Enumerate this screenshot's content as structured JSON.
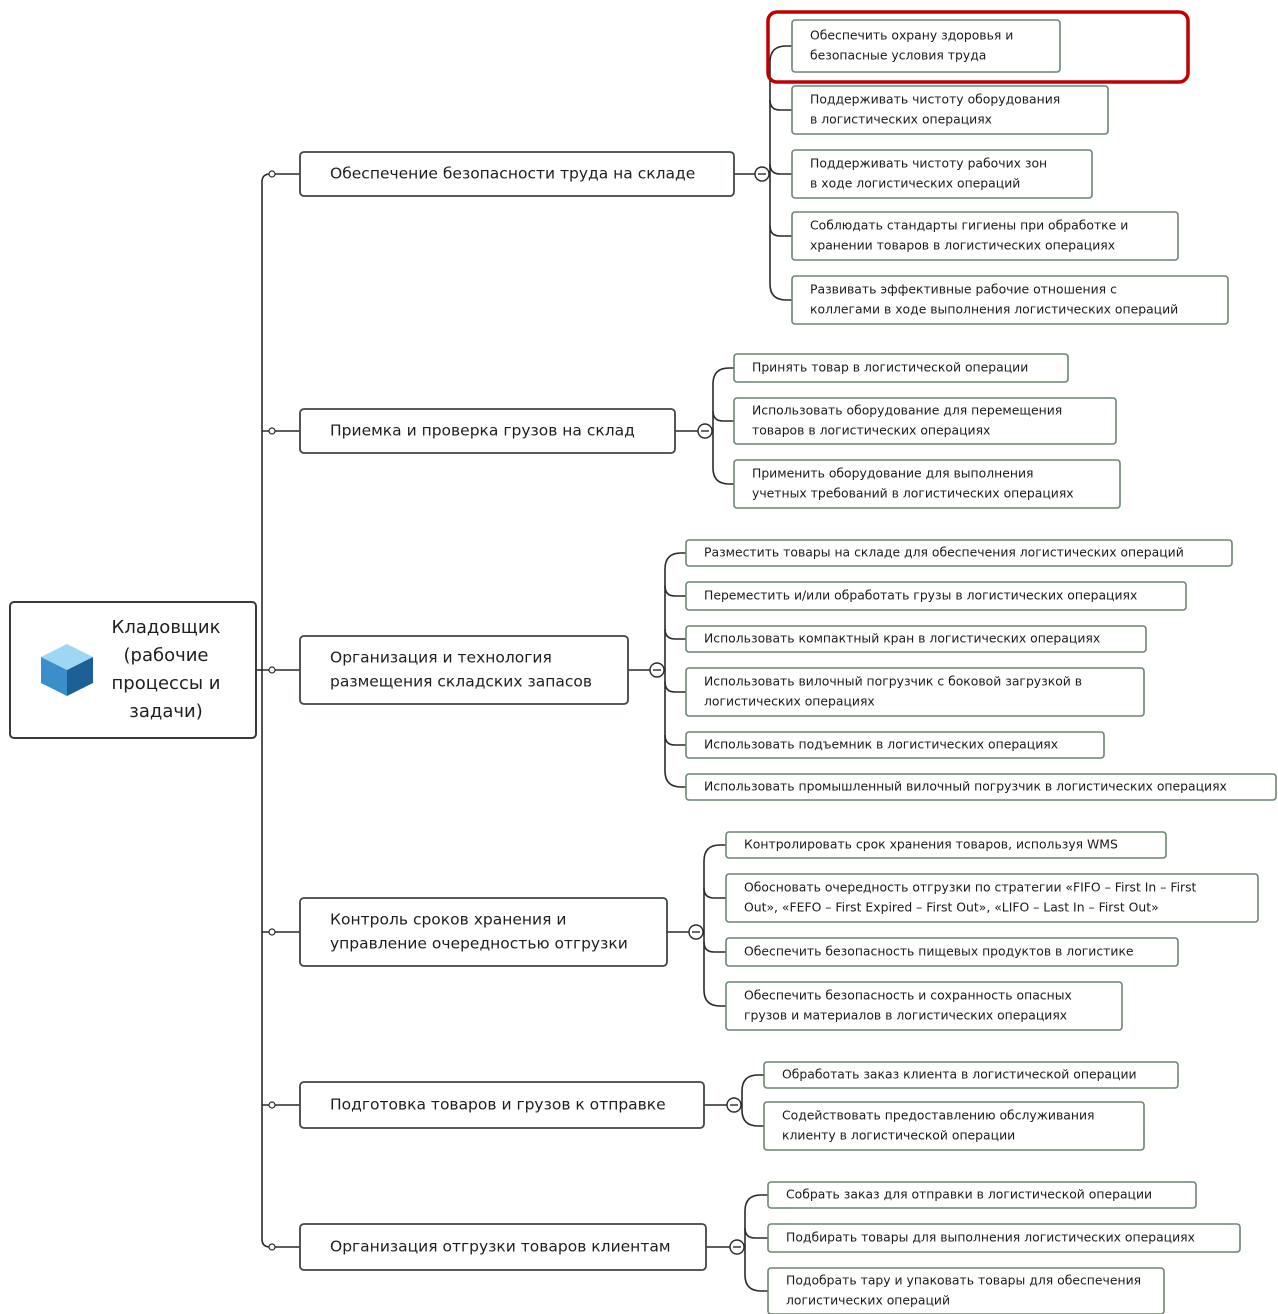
{
  "root": {
    "lines": [
      "Кладовщик",
      "(рабочие",
      "процессы и",
      "задачи)"
    ],
    "icon": "cube-icon"
  },
  "branches": [
    {
      "lines": [
        "Обеспечение безопасности труда на складе"
      ],
      "children": [
        {
          "lines": [
            "Обеспечить охрану здоровья и",
            "безопасные условия труда"
          ],
          "highlighted": true
        },
        {
          "lines": [
            "Поддерживать чистоту оборудования",
            "в логистических операциях"
          ]
        },
        {
          "lines": [
            "Поддерживать чистоту рабочих зон",
            "в ходе логистических операций"
          ]
        },
        {
          "lines": [
            "Соблюдать стандарты гигиены при обработке и",
            "хранении товаров в логистических операциях"
          ]
        },
        {
          "lines": [
            "Развивать эффективные рабочие отношения с",
            "коллегами в ходе выполнения логистических операций"
          ]
        }
      ]
    },
    {
      "lines": [
        "Приемка и проверка грузов на склад"
      ],
      "children": [
        {
          "lines": [
            "Принять товар в логистической операции"
          ]
        },
        {
          "lines": [
            "Использовать оборудование для перемещения",
            "товаров в логистических операциях"
          ]
        },
        {
          "lines": [
            "Применить оборудование для выполнения",
            "учетных требований в логистических операциях"
          ]
        }
      ]
    },
    {
      "lines": [
        "Организация и технология",
        "размещения складских запасов"
      ],
      "children": [
        {
          "lines": [
            "Разместить товары на складе для обеспечения логистических операций"
          ]
        },
        {
          "lines": [
            "Переместить и/или обработать грузы в логистических операциях"
          ]
        },
        {
          "lines": [
            "Использовать компактный кран в логистических операциях"
          ]
        },
        {
          "lines": [
            "Использовать вилочный погрузчик с боковой загрузкой в",
            "логистических операциях"
          ]
        },
        {
          "lines": [
            "Использовать подъемник в логистических операциях"
          ]
        },
        {
          "lines": [
            "Использовать промышленный вилочный погрузчик в логистических операциях"
          ]
        }
      ]
    },
    {
      "lines": [
        "Контроль сроков хранения и",
        "управление очередностью отгрузки"
      ],
      "children": [
        {
          "lines": [
            "Контролировать срок хранения товаров, используя WMS"
          ]
        },
        {
          "lines": [
            "Обосновать очередность отгрузки по стратегии «FIFO – First In – First",
            "Out», «FEFO – First Expired – First Out», «LIFO – Last In – First Out»"
          ]
        },
        {
          "lines": [
            "Обеспечить безопасность пищевых продуктов в логистике"
          ]
        },
        {
          "lines": [
            "Обеспечить безопасность и сохранность опасных",
            "грузов и материалов в логистических операциях"
          ]
        }
      ]
    },
    {
      "lines": [
        "Подготовка товаров и грузов к отправке"
      ],
      "children": [
        {
          "lines": [
            "Обработать заказ клиента в логистической операции"
          ]
        },
        {
          "lines": [
            "Содействовать предоставлению обслуживания",
            "клиенту в логистической операции"
          ]
        }
      ]
    },
    {
      "lines": [
        "Организация отгрузки товаров клиентам"
      ],
      "children": [
        {
          "lines": [
            "Собрать заказ для отправки в логистической операции"
          ]
        },
        {
          "lines": [
            "Подбирать товары для выполнения логистических операциях"
          ]
        },
        {
          "lines": [
            "Подобрать тару и упаковать товары для обеспечения",
            "логистических операций"
          ]
        }
      ]
    }
  ],
  "colors": {
    "highlight": "#c00000",
    "leaf_border": "#6c8670",
    "branch_border": "#3c4548",
    "cube_top": "#9fd6f2",
    "cube_left": "#3a8fc9",
    "cube_right": "#1d5f97"
  }
}
